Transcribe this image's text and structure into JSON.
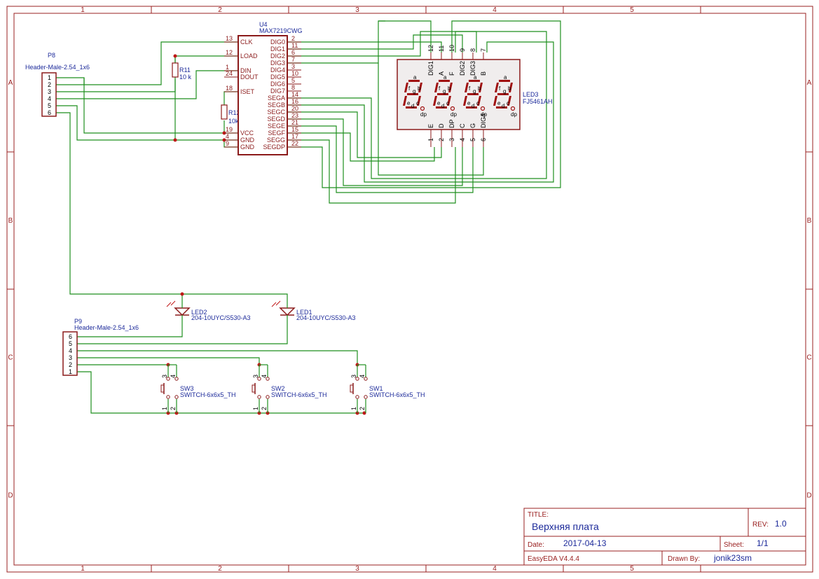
{
  "frame": {
    "col_labels": [
      "1",
      "2",
      "3",
      "4",
      "5"
    ],
    "row_labels": [
      "A",
      "B",
      "C",
      "D"
    ]
  },
  "u4": {
    "ref": "U4",
    "value": "MAX7219CWG",
    "left_pins": [
      {
        "num": "13",
        "name": "CLK"
      },
      {
        "num": "12",
        "name": "LOAD"
      },
      {
        "num": "1",
        "name": "DIN"
      },
      {
        "num": "24",
        "name": "DOUT"
      },
      {
        "num": "18",
        "name": "ISET"
      },
      {
        "num": "19",
        "name": "VCC"
      },
      {
        "num": "4",
        "name": "GND"
      },
      {
        "num": "9",
        "name": "GND"
      }
    ],
    "right_pins": [
      {
        "num": "2",
        "name": "DIG0"
      },
      {
        "num": "11",
        "name": "DIG1"
      },
      {
        "num": "6",
        "name": "DIG2"
      },
      {
        "num": "7",
        "name": "DIG3"
      },
      {
        "num": "3",
        "name": "DIG4"
      },
      {
        "num": "10",
        "name": "DIG5"
      },
      {
        "num": "5",
        "name": "DIG6"
      },
      {
        "num": "8",
        "name": "DIG7"
      },
      {
        "num": "14",
        "name": "SEGA"
      },
      {
        "num": "16",
        "name": "SEGB"
      },
      {
        "num": "20",
        "name": "SEGC"
      },
      {
        "num": "23",
        "name": "SEGD"
      },
      {
        "num": "21",
        "name": "SEGE"
      },
      {
        "num": "15",
        "name": "SEGF"
      },
      {
        "num": "17",
        "name": "SEGG"
      },
      {
        "num": "22",
        "name": "SEGDP"
      }
    ]
  },
  "r11": {
    "ref": "R11",
    "value": "10 k"
  },
  "r12": {
    "ref": "R12",
    "value": "10k"
  },
  "p8": {
    "ref": "P8",
    "value": "Header-Male-2.54_1x6",
    "pins": [
      "1",
      "2",
      "3",
      "4",
      "5",
      "6"
    ]
  },
  "p9": {
    "ref": "P9",
    "value": "Header-Male-2.54_1x6",
    "pins": [
      "6",
      "5",
      "4",
      "3",
      "2",
      "1"
    ]
  },
  "led3": {
    "ref": "LED3",
    "value": "FJ5461AH",
    "top_nums": [
      "12",
      "11",
      "10",
      "9",
      "8",
      "7"
    ],
    "top_names": [
      "DIG1",
      "A",
      "F",
      "DIG2",
      "DIG3",
      "B"
    ],
    "bot_names": [
      "E",
      "D",
      "DP",
      "C",
      "G",
      "DIG4"
    ],
    "bot_nums": [
      "1",
      "2",
      "3",
      "4",
      "5",
      "6"
    ],
    "seg_labels": [
      "a",
      "f",
      "g",
      "b",
      "e",
      "d",
      "c",
      "dp"
    ]
  },
  "led2": {
    "ref": "LED2",
    "value": "204-10UYC/S530-A3"
  },
  "led1": {
    "ref": "LED1",
    "value": "204-10UYC/S530-A3"
  },
  "switches": [
    {
      "ref": "SW3",
      "value": "SWITCH-6x6x5_TH"
    },
    {
      "ref": "SW2",
      "value": "SWITCH-6x6x5_TH"
    },
    {
      "ref": "SW1",
      "value": "SWITCH-6x6x5_TH"
    }
  ],
  "switch_pins": [
    "3",
    "4",
    "1",
    "2"
  ],
  "title_block": {
    "title_label": "TITLE:",
    "title": "Верхняя плата",
    "rev_label": "REV:",
    "rev": "1.0",
    "date_label": "Date:",
    "date": "2017-04-13",
    "sheet_label": "Sheet:",
    "sheet": "1/1",
    "tool": "EasyEDA V4.4.4",
    "drawn_label": "Drawn By:",
    "drawn_by": "jonik23sm"
  }
}
